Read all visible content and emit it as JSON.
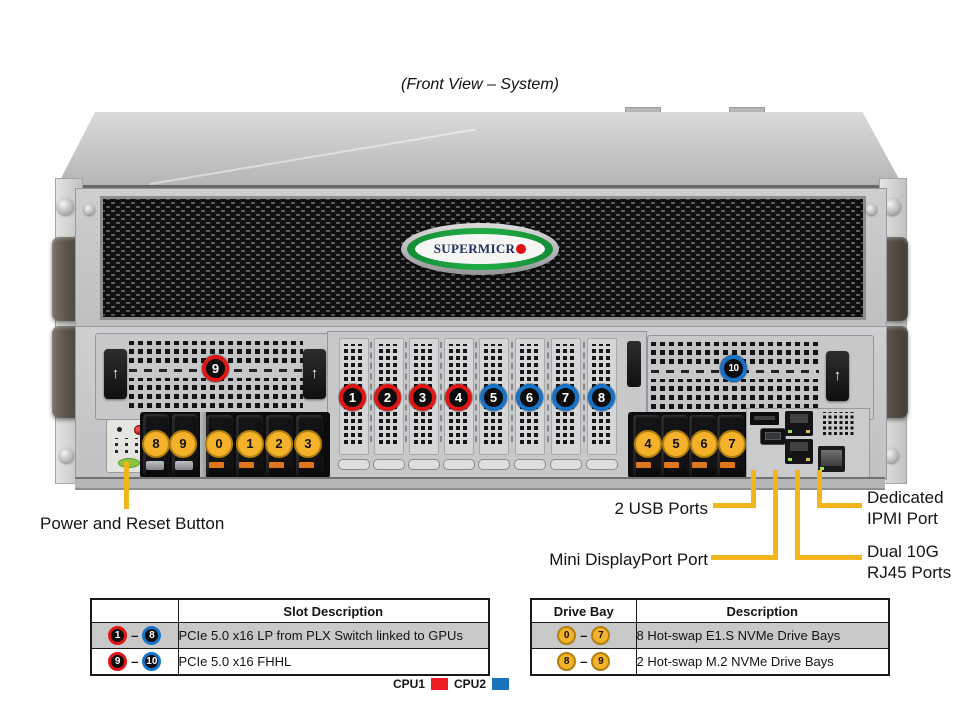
{
  "title": "(Front View – System)",
  "brand": {
    "logo_text": "SUPERMICR",
    "logo_dot_color": "#e01010"
  },
  "dash": "–",
  "callouts": {
    "pcie": [
      {
        "n": "1",
        "cpu": "cpu1"
      },
      {
        "n": "2",
        "cpu": "cpu1"
      },
      {
        "n": "3",
        "cpu": "cpu1"
      },
      {
        "n": "4",
        "cpu": "cpu1"
      },
      {
        "n": "5",
        "cpu": "cpu2"
      },
      {
        "n": "6",
        "cpu": "cpu2"
      },
      {
        "n": "7",
        "cpu": "cpu2"
      },
      {
        "n": "8",
        "cpu": "cpu2"
      },
      {
        "n": "9",
        "cpu": "cpu1"
      },
      {
        "n": "10",
        "cpu": "cpu2"
      }
    ],
    "bays": [
      "8",
      "9",
      "0",
      "1",
      "2",
      "3",
      "4",
      "5",
      "6",
      "7"
    ]
  },
  "annotations": {
    "power": "Power and Reset Button",
    "usb": "2 USB Ports",
    "displayport": "Mini DisplayPort Port",
    "ipmi": "Dedicated IPMI Port",
    "rj45": "Dual 10G RJ45 Ports"
  },
  "slot_table": {
    "header": "Slot Description",
    "rows": [
      {
        "from": "1",
        "from_cpu": "cpu1",
        "to": "8",
        "to_cpu": "cpu2",
        "desc": "PCIe 5.0 x16 LP from PLX Switch linked to GPUs"
      },
      {
        "from": "9",
        "from_cpu": "cpu1",
        "to": "10",
        "to_cpu": "cpu2",
        "desc": "PCIe 5.0 x16 FHHL"
      }
    ]
  },
  "bay_table": {
    "col_bay": "Drive Bay",
    "col_desc": "Description",
    "rows": [
      {
        "from": "0",
        "to": "7",
        "desc": "8 Hot-swap E1.S NVMe Drive Bays"
      },
      {
        "from": "8",
        "to": "9",
        "desc": "2 Hot-swap M.2 NVMe Drive Bays"
      }
    ]
  },
  "legend": {
    "cpu1": {
      "label": "CPU1",
      "color": "#ee1c25"
    },
    "cpu2": {
      "label": "CPU2",
      "color": "#1774bd"
    }
  },
  "colors": {
    "cpu1_red": "#e01616",
    "cpu2_blue": "#1673c8",
    "bay_yellow": "#f3b229",
    "callout_line_yellow": "#f2b51c",
    "table_row_gray": "#c9c9c9"
  }
}
